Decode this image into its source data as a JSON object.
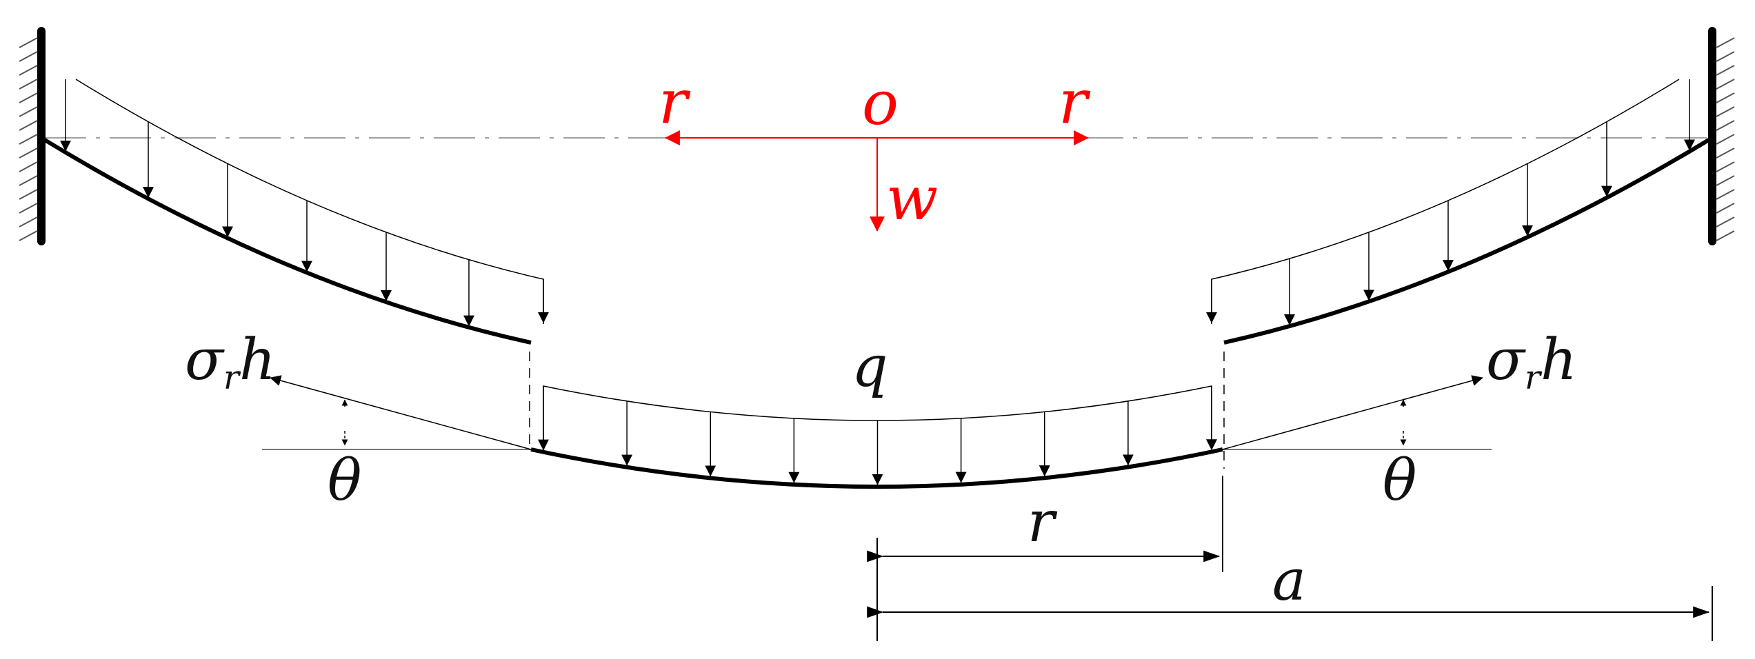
{
  "labels": {
    "r_left": "r",
    "o": "o",
    "r_right": "r",
    "w": "w",
    "q": "q",
    "sigma": "σ",
    "sigma_sub": "r",
    "sigma_h": "h",
    "theta_left": "θ",
    "theta_right": "θ",
    "dim_r": "r",
    "dim_a": "a"
  },
  "colors": {
    "coordinate_axes": "#ff0000",
    "structure": "#000000",
    "centerline": "#a0a0a0",
    "hatch": "#555555"
  }
}
